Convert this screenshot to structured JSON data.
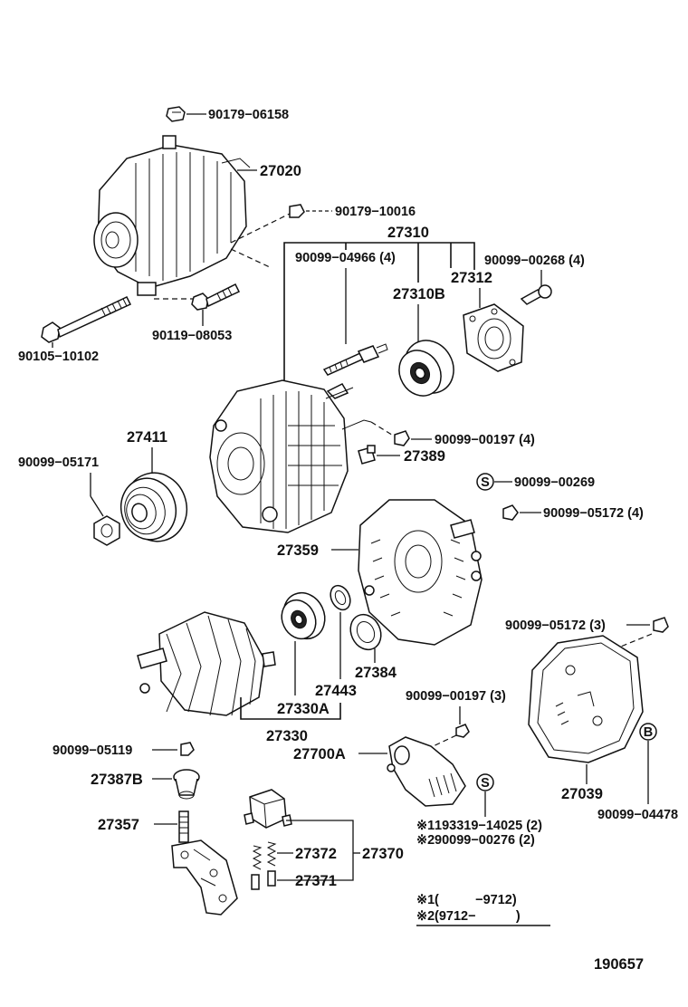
{
  "diagram_id": "190657",
  "labels": {
    "p90179_06158": "90179−06158",
    "p27020": "27020",
    "p90179_10016": "90179−10016",
    "p27310": "27310",
    "p90099_04966": "90099−04966 (4)",
    "p90099_00268": "90099−00268 (4)",
    "p27312": "27312",
    "p27310B": "27310B",
    "p90105_10102": "90105−10102",
    "p90119_08053": "90119−08053",
    "p27411": "27411",
    "p90099_05171": "90099−05171",
    "p90099_00197_4": "90099−00197 (4)",
    "p27389": "27389",
    "p90099_00269": "90099−00269",
    "p90099_05172_4": "90099−05172 (4)",
    "p27359": "27359",
    "p90099_05172_3": "90099−05172 (3)",
    "p27384": "27384",
    "p27443": "27443",
    "p27330A": "27330A",
    "p27330": "27330",
    "p90099_00197_3": "90099−00197 (3)",
    "p90099_05119": "90099−05119",
    "p27700A": "27700A",
    "p27039": "27039",
    "p90099_04478": "90099−04478",
    "p27387B": "27387B",
    "p193319_14025": "193319−14025 (2)",
    "p90099_00276": "90099−00276 (2)",
    "p27357": "27357",
    "p27372": "27372",
    "p27370": "27370",
    "p27371": "27371"
  },
  "markers": {
    "s_badge": "S",
    "b_badge": "B",
    "note_mark_1": "※1",
    "note_mark_2": "※2"
  },
  "legend": {
    "row1_mark": "※1",
    "row1_range": "(          −9712)",
    "row2_mark": "※2",
    "row2_range": "(9712−           )"
  }
}
